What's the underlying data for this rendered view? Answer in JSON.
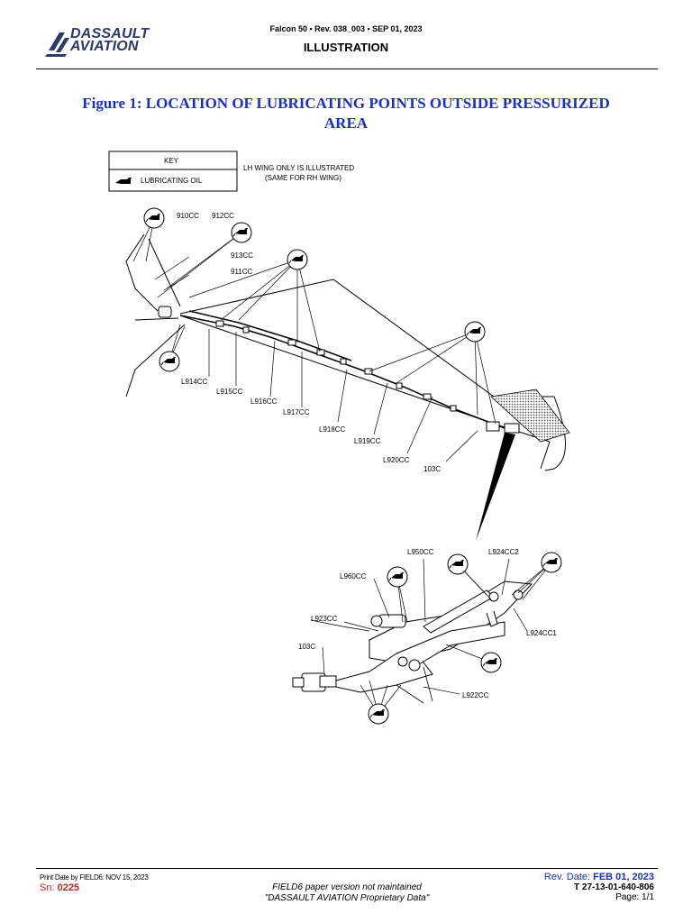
{
  "header": {
    "brand_line1": "DASSAULT",
    "brand_line2": "AVIATION",
    "revision": "Falcon 50 • Rev. 038_003 • SEP 01, 2023",
    "section": "ILLUSTRATION"
  },
  "figure": {
    "title_line1": "Figure 1: LOCATION OF LUBRICATING POINTS OUTSIDE PRESSURIZED",
    "title_line2": "AREA"
  },
  "diagram": {
    "key_title": "KEY",
    "key_item": "LUBRICATING OIL",
    "note_line1": "LH WING ONLY IS ILLUSTRATED",
    "note_line2": "(SAME FOR RH WING)",
    "labels": {
      "l910": "910CC",
      "l912": "912CC",
      "l913": "913CC",
      "l911": "911CC",
      "l914": "L914CC",
      "l915": "L915CC",
      "l916": "L916CC",
      "l917": "L917CC",
      "l918": "L918CC",
      "l919": "L919CC",
      "l920": "L920CC",
      "l103a": "103C",
      "l950": "L950CC",
      "l924c2": "L924CC2",
      "l960": "L960CC",
      "l923": "L923CC",
      "l924c1": "L924CC1",
      "l103b": "103C",
      "l922": "L922CC"
    }
  },
  "footer": {
    "print_date": "Print Date by FIELD6: NOV 15, 2023",
    "sn_label": "Sn: ",
    "sn_value": "0225",
    "notice_line1": "FIELD6 paper version not maintained",
    "notice_line2": "\"DASSAULT AVIATION Proprietary Data\"",
    "rev_label": "Rev. Date: ",
    "rev_value": "FEB 01, 2023",
    "doc_ref": "T 27-13-01-640-806",
    "page": "Page: 1/1"
  }
}
